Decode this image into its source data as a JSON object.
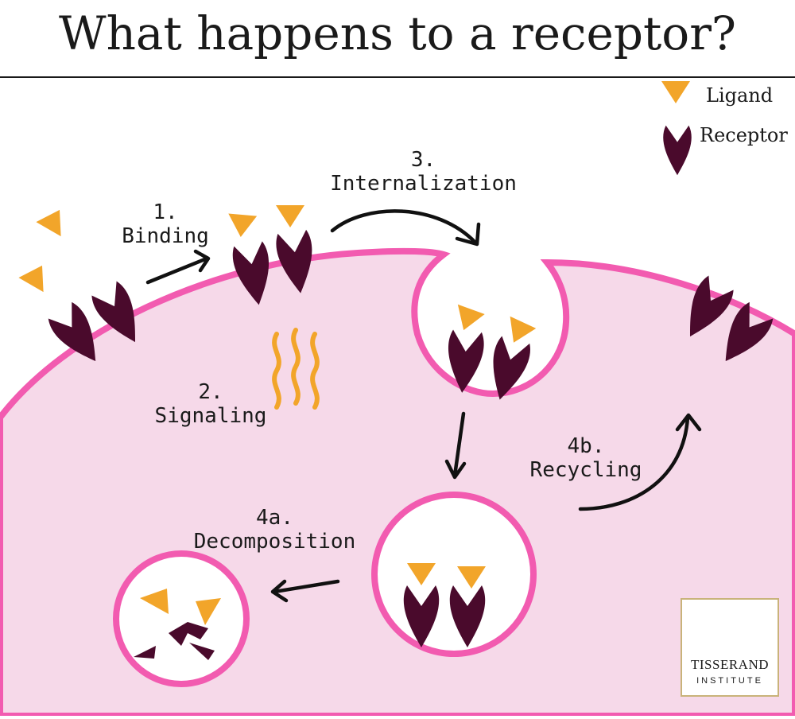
{
  "title": "What happens to a receptor?",
  "legend": {
    "ligand": "Ligand",
    "receptor": "Receptor"
  },
  "steps": {
    "binding": {
      "num": "1.",
      "label": "Binding"
    },
    "signaling": {
      "num": "2.",
      "label": "Signaling"
    },
    "internalization": {
      "num": "3.",
      "label": "Internalization"
    },
    "decomposition": {
      "num": "4a.",
      "label": "Decomposition"
    },
    "recycling": {
      "num": "4b.",
      "label": "Recycling"
    }
  },
  "logo": {
    "line1": "TISSERAND",
    "line2": "INSTITUTE"
  },
  "colors": {
    "ligand": "#f2a52a",
    "receptor": "#4a0a2c",
    "membrane": "#f25bb0",
    "cell_fill": "#f6d9e9",
    "arrow": "#111111"
  }
}
